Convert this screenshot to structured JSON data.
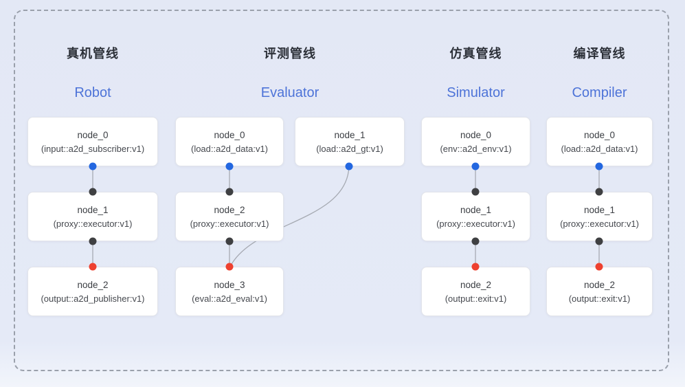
{
  "diagram": {
    "pipelines": [
      {
        "title_zh": "真机管线",
        "title_en": "Robot",
        "nodes": [
          {
            "name": "node_0",
            "type": "(input::a2d_subscriber:v1)"
          },
          {
            "name": "node_1",
            "type": "(proxy::executor:v1)"
          },
          {
            "name": "node_2",
            "type": "(output::a2d_publisher:v1)"
          }
        ]
      },
      {
        "title_zh": "评测管线",
        "title_en": "Evaluator",
        "nodes": [
          {
            "name": "node_0",
            "type": "(load::a2d_data:v1)"
          },
          {
            "name": "node_1",
            "type": "(load::a2d_gt:v1)"
          },
          {
            "name": "node_2",
            "type": "(proxy::executor:v1)"
          },
          {
            "name": "node_3",
            "type": "(eval::a2d_eval:v1)"
          }
        ]
      },
      {
        "title_zh": "仿真管线",
        "title_en": "Simulator",
        "nodes": [
          {
            "name": "node_0",
            "type": "(env::a2d_env:v1)"
          },
          {
            "name": "node_1",
            "type": "(proxy::executor:v1)"
          },
          {
            "name": "node_2",
            "type": "(output::exit:v1)"
          }
        ]
      },
      {
        "title_zh": "编译管线",
        "title_en": "Compiler",
        "nodes": [
          {
            "name": "node_0",
            "type": "(load::a2d_data:v1)"
          },
          {
            "name": "node_1",
            "type": "(proxy::executor:v1)"
          },
          {
            "name": "node_2",
            "type": "(output::exit:v1)"
          }
        ]
      }
    ],
    "colors": {
      "background": "#e5eaf7",
      "frame_dash": "#9aa0ab",
      "title_en_blue": "#4d73d8",
      "port_blue": "#2367e0",
      "port_dark": "#3f4042",
      "port_red": "#ee4130",
      "edge_gray": "#a6aab2",
      "card_bg": "#ffffff",
      "card_border": "#e2e4ea"
    }
  }
}
